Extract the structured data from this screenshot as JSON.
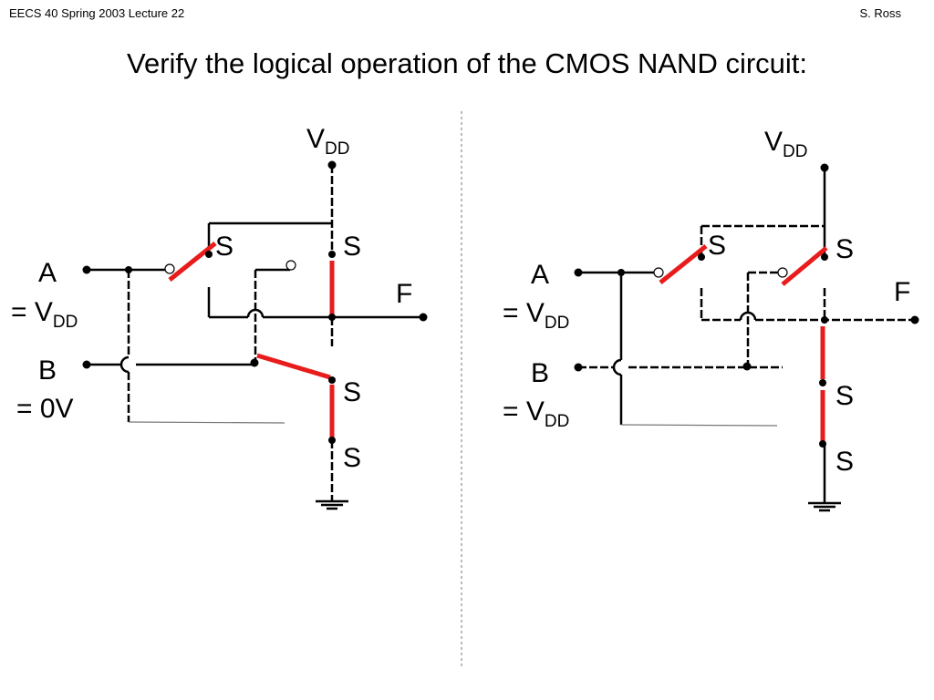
{
  "header": {
    "left": "EECS 40 Spring 2003  Lecture 22",
    "right": "S. Ross"
  },
  "title": "Verify the logical operation of the CMOS NAND circuit:",
  "labels": {
    "vdd_main": "V",
    "vdd_sub": "DD",
    "switch": "S",
    "output": "F",
    "input_a": "A",
    "input_b": "B",
    "equals": "= ",
    "zero_v": "= 0V"
  },
  "colors": {
    "switch_closed": "#e81c1c",
    "wire": "#000000",
    "divider": "#777777"
  }
}
